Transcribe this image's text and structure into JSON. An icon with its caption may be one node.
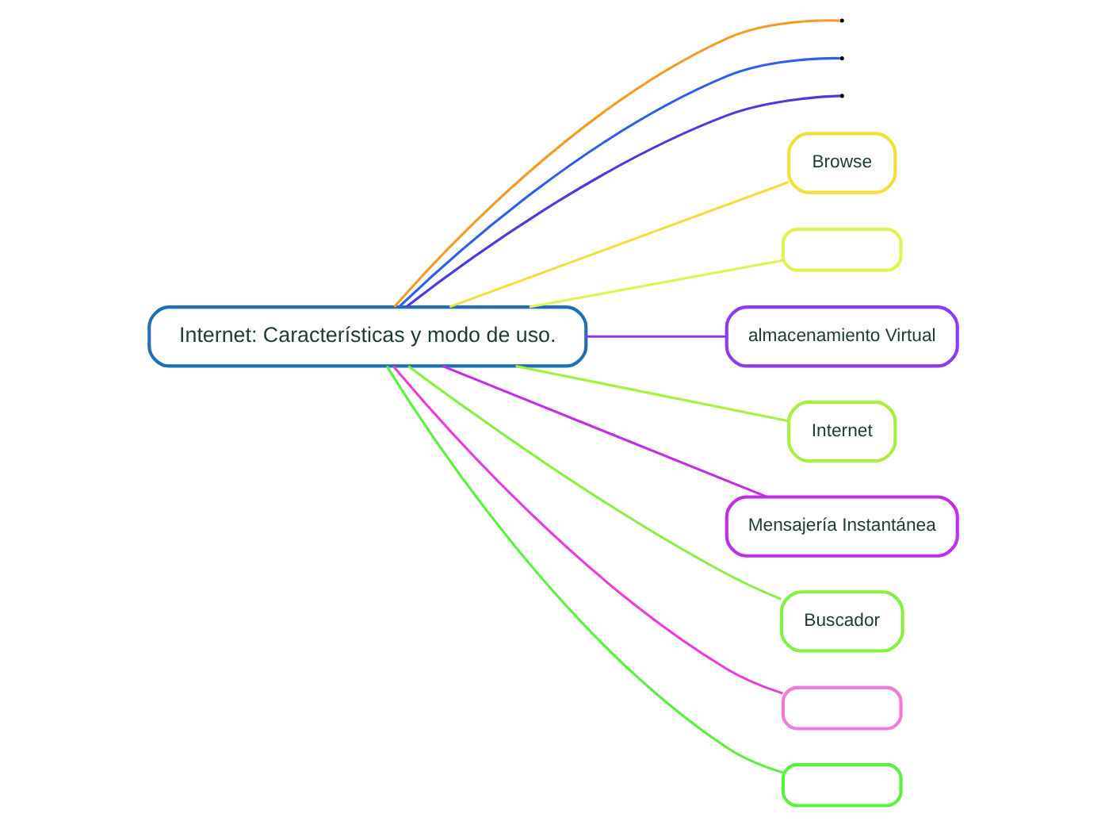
{
  "diagram": {
    "nodes": [
      {
        "text": [
          "Internet: Características y modo de uso."
        ]
      },
      {
        "text": [
          "Browse"
        ]
      },
      {
        "text": [],
        "shape": "box"
      },
      {
        "text": [
          "almacenamiento Virtual"
        ]
      },
      {
        "text": [
          "Internet"
        ]
      },
      {
        "text": [
          "Mensajería Instantánea"
        ]
      },
      {
        "text": [
          "Buscador"
        ]
      },
      {
        "text": [],
        "shape": "box"
      },
      {
        "text": [],
        "shape": "box"
      }
    ],
    "edges": [
      {
        "from": 0,
        "to": null,
        "arrow": "none",
        "color": "#f59a23"
      },
      {
        "from": 0,
        "to": null,
        "arrow": "none",
        "color": "#2f5fe8"
      },
      {
        "from": 0,
        "to": null,
        "arrow": "none",
        "color": "#4a3be0"
      },
      {
        "from": 0,
        "to": 1,
        "arrow": "none",
        "color": "#f2e03a"
      },
      {
        "from": 0,
        "to": 2,
        "arrow": "none",
        "color": "#e2f250"
      },
      {
        "from": 0,
        "to": 3,
        "arrow": "none",
        "color": "#8a3af0"
      },
      {
        "from": 0,
        "to": 4,
        "arrow": "none",
        "color": "#a8f040"
      },
      {
        "from": 0,
        "to": 5,
        "arrow": "none",
        "color": "#c22ee8"
      },
      {
        "from": 0,
        "to": 6,
        "arrow": "none",
        "color": "#86f040"
      },
      {
        "from": 0,
        "to": 7,
        "arrow": "none",
        "color": "#f03ad8"
      },
      {
        "from": 0,
        "to": 8,
        "arrow": "none",
        "color": "#5af040"
      }
    ]
  }
}
